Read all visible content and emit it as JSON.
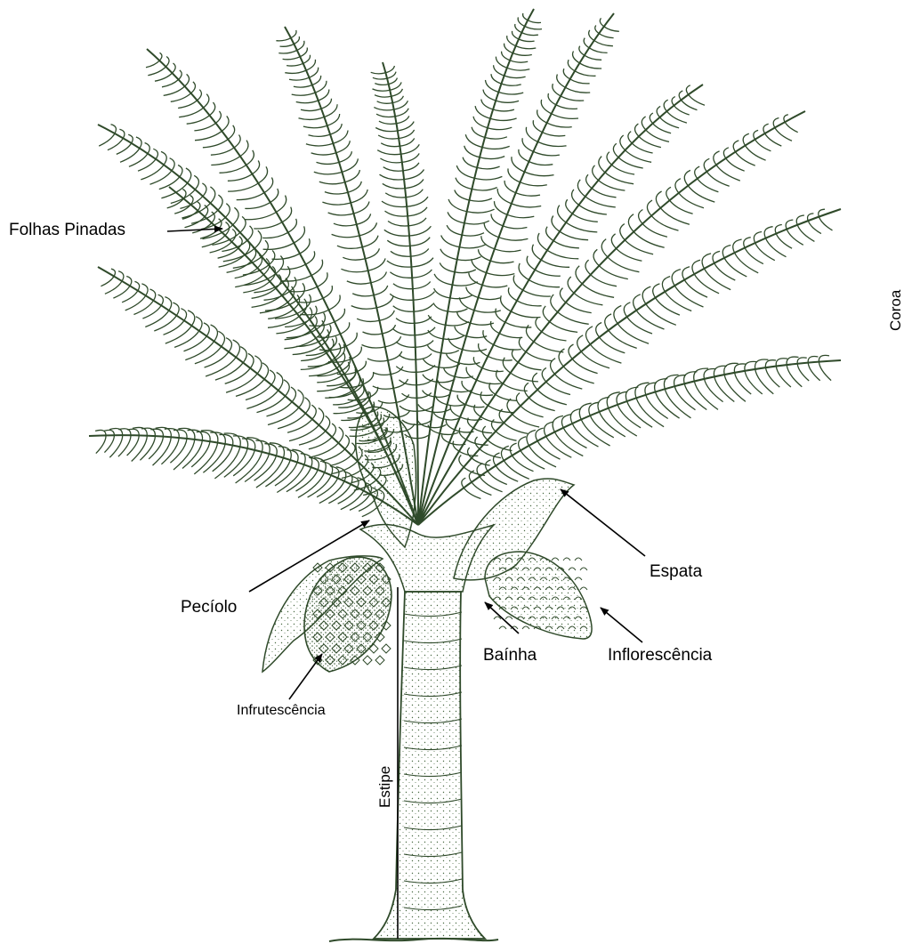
{
  "labels": {
    "folhas_pinadas": "Folhas Pinadas",
    "coroa": "Coroa",
    "espata": "Espata",
    "peciolo": "Pecíolo",
    "bainha": "Baínha",
    "inflorescencia": "Inflorescência",
    "infrutescencia": "Infrutescência",
    "estipe": "Estipe"
  },
  "colors": {
    "ink": "#2f4a2a",
    "stipple": "#4a6a44",
    "arrow": "#000000"
  }
}
